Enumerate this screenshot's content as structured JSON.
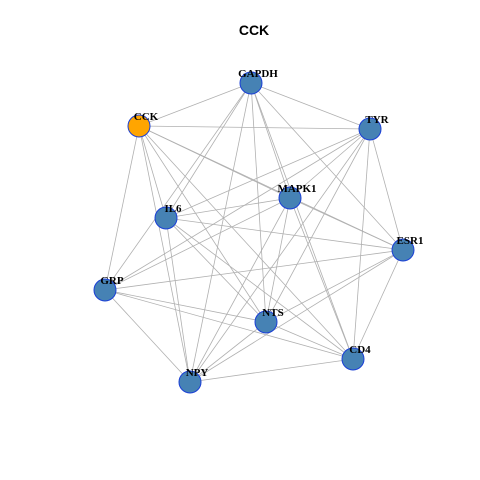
{
  "title": "CCK",
  "colors": {
    "default_node": "#4682b4",
    "highlight_node": "#ffa500",
    "node_border": "#1a3fd6",
    "edge": "#b0b0b0"
  },
  "nodes": [
    {
      "id": "GAPDH",
      "label": "GAPDH",
      "highlight": false
    },
    {
      "id": "CCK",
      "label": "CCK",
      "highlight": true
    },
    {
      "id": "TYR",
      "label": "TYR",
      "highlight": false
    },
    {
      "id": "MAPK1",
      "label": "MAPK1",
      "highlight": false
    },
    {
      "id": "IL6",
      "label": "IL6",
      "highlight": false
    },
    {
      "id": "ESR1",
      "label": "ESR1",
      "highlight": false
    },
    {
      "id": "GRP",
      "label": "GRP",
      "highlight": false
    },
    {
      "id": "NTS",
      "label": "NTS",
      "highlight": false
    },
    {
      "id": "CD4",
      "label": "CD4",
      "highlight": false
    },
    {
      "id": "NPY",
      "label": "NPY",
      "highlight": false
    }
  ],
  "edges": [
    [
      "GAPDH",
      "CCK"
    ],
    [
      "GAPDH",
      "TYR"
    ],
    [
      "GAPDH",
      "MAPK1"
    ],
    [
      "GAPDH",
      "IL6"
    ],
    [
      "GAPDH",
      "ESR1"
    ],
    [
      "GAPDH",
      "GRP"
    ],
    [
      "GAPDH",
      "NTS"
    ],
    [
      "GAPDH",
      "CD4"
    ],
    [
      "GAPDH",
      "NPY"
    ],
    [
      "CCK",
      "TYR"
    ],
    [
      "CCK",
      "MAPK1"
    ],
    [
      "CCK",
      "IL6"
    ],
    [
      "CCK",
      "ESR1"
    ],
    [
      "CCK",
      "GRP"
    ],
    [
      "CCK",
      "NTS"
    ],
    [
      "CCK",
      "CD4"
    ],
    [
      "CCK",
      "NPY"
    ],
    [
      "TYR",
      "MAPK1"
    ],
    [
      "TYR",
      "IL6"
    ],
    [
      "TYR",
      "ESR1"
    ],
    [
      "TYR",
      "GRP"
    ],
    [
      "TYR",
      "NTS"
    ],
    [
      "TYR",
      "CD4"
    ],
    [
      "TYR",
      "NPY"
    ],
    [
      "MAPK1",
      "IL6"
    ],
    [
      "MAPK1",
      "ESR1"
    ],
    [
      "MAPK1",
      "GRP"
    ],
    [
      "MAPK1",
      "NTS"
    ],
    [
      "MAPK1",
      "CD4"
    ],
    [
      "MAPK1",
      "NPY"
    ],
    [
      "IL6",
      "ESR1"
    ],
    [
      "IL6",
      "NTS"
    ],
    [
      "IL6",
      "CD4"
    ],
    [
      "IL6",
      "NPY"
    ],
    [
      "ESR1",
      "GRP"
    ],
    [
      "ESR1",
      "NTS"
    ],
    [
      "ESR1",
      "CD4"
    ],
    [
      "ESR1",
      "NPY"
    ],
    [
      "GRP",
      "NTS"
    ],
    [
      "GRP",
      "CD4"
    ],
    [
      "GRP",
      "NPY"
    ],
    [
      "NTS",
      "CD4"
    ],
    [
      "NTS",
      "NPY"
    ],
    [
      "CD4",
      "NPY"
    ]
  ]
}
